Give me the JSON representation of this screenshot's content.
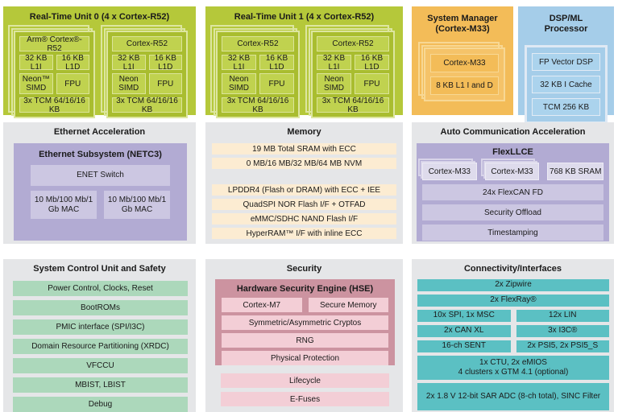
{
  "diagram": {
    "rtu0": {
      "title": "Real-Time Unit 0 (4 x Cortex-R52)",
      "clusters": [
        {
          "core": "Arm® Cortex®-R52",
          "l1i": "32 KB L1I",
          "l1d": "16 KB L1D",
          "simd": "Neon™ SIMD",
          "fpu": "FPU",
          "tcm": "3x TCM 64/16/16 KB"
        },
        {
          "core": "Cortex-R52",
          "l1i": "32 KB L1I",
          "l1d": "16 KB L1D",
          "simd": "Neon SIMD",
          "fpu": "FPU",
          "tcm": "3x TCM 64/16/16 KB"
        }
      ]
    },
    "rtu1": {
      "title": "Real-Time Unit 1 (4 x Cortex-R52)",
      "clusters": [
        {
          "core": "Cortex-R52",
          "l1i": "32 KB L1I",
          "l1d": "16 KB L1D",
          "simd": "Neon SIMD",
          "fpu": "FPU",
          "tcm": "3x TCM 64/16/16 KB"
        },
        {
          "core": "Cortex-R52",
          "l1i": "32 KB L1I",
          "l1d": "16 KB L1D",
          "simd": "Neon SIMD",
          "fpu": "FPU",
          "tcm": "3x TCM 64/16/16 KB"
        }
      ]
    },
    "system_manager": {
      "title": "System Manager\n(Cortex-M33)",
      "rows": [
        "Cortex-M33",
        "8 KB L1 I and D"
      ]
    },
    "dsp_ml": {
      "title": "DSP/ML\nProcessor",
      "rows": [
        "FP Vector DSP",
        "32 KB I Cache",
        "TCM 256 KB"
      ]
    },
    "ethernet": {
      "title": "Ethernet Acceleration",
      "subsystem_title": "Ethernet Subsystem (NETC3)",
      "switch": "ENET Switch",
      "macs": [
        "10 Mb/100 Mb/1 Gb MAC",
        "10 Mb/100 Mb/1 Gb MAC"
      ]
    },
    "memory": {
      "title": "Memory",
      "group1": [
        "19 MB Total SRAM with ECC",
        "0 MB/16 MB/32 MB/64 MB NVM"
      ],
      "group2": [
        "LPDDR4 (Flash or DRAM) with ECC + IEE",
        "QuadSPI NOR Flash I/F + OTFAD",
        "eMMC/SDHC NAND Flash I/F",
        "HyperRAM™ I/F with inline ECC"
      ]
    },
    "auto_comm": {
      "title": "Auto Communication Acceleration",
      "flexllce_title": "FlexLLCE",
      "cores": [
        "Cortex-M33",
        "Cortex-M33"
      ],
      "sram": "768 KB SRAM",
      "rows": [
        "24x FlexCAN FD",
        "Security Offload",
        "Timestamping"
      ]
    },
    "scu": {
      "title": "System Control Unit and Safety",
      "rows": [
        "Power Control, Clocks, Reset",
        "BootROMs",
        "PMIC interface (SPI/I3C)",
        "Domain Resource Partitioning (XRDC)",
        "VFCCU",
        "MBIST, LBIST",
        "Debug"
      ]
    },
    "security": {
      "title": "Security",
      "hse_title": "Hardware Security Engine (HSE)",
      "hse_pair": [
        "Cortex-M7",
        "Secure Memory"
      ],
      "hse_rows": [
        "Symmetric/Asymmetric Cryptos",
        "RNG",
        "Physical Protection"
      ],
      "outer_rows": [
        "Lifecycle",
        "E-Fuses"
      ]
    },
    "connectivity": {
      "title": "Connectivity/Interfaces",
      "full_rows": [
        "2x Zipwire",
        "2x FlexRay®"
      ],
      "pair_rows": [
        [
          "10x SPI, 1x MSC",
          "12x LIN"
        ],
        [
          "2x CAN XL",
          "3x I3C®"
        ],
        [
          "16-ch SENT",
          "2x PSI5, 2x PSI5_S"
        ]
      ],
      "timer_row": "1x CTU, 2x eMIOS\n4 clusters x GTM 4.1 (optional)",
      "adc_row": "2x 1.8 V 12-bit SAR ADC (8-ch total), SINC Filter"
    },
    "colors": {
      "rtu_green": "#b5c83a",
      "rtu_block_green": "#c0d24f",
      "system_manager_orange": "#f3bc58",
      "dsp_blue": "#a5cde9",
      "panel_gray": "#e5e6e8",
      "accel_purple": "#b2abd3",
      "accel_purple_light": "#ccc7e2",
      "memory_cream": "#fcecd2",
      "safety_green": "#acd8bb",
      "hse_rose": "#cc93a0",
      "security_pink": "#f3ced6",
      "connectivity_teal": "#5bc0c3"
    }
  }
}
